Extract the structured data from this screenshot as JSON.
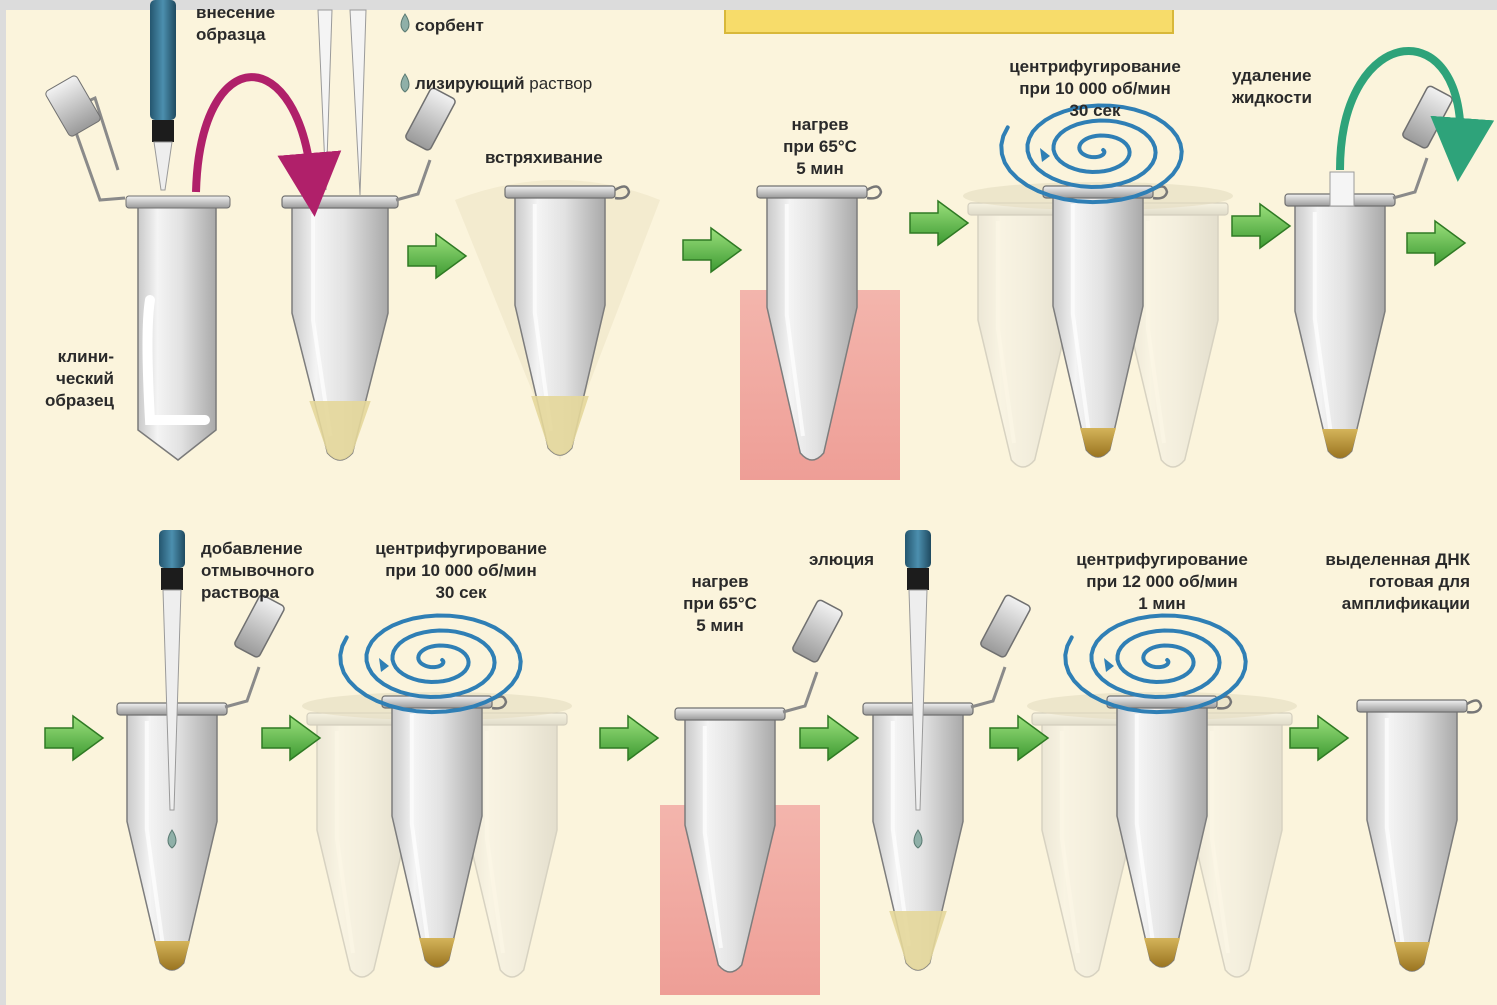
{
  "diagram": {
    "colors": {
      "background": "#fbf4dc",
      "arrow": "#5cb84a",
      "pellet": "#b08a2a",
      "heat": "#ef9a96",
      "transfer_arrow": "#b0206a",
      "remove_arrow": "#2ea37a",
      "spin": "#2f7fb5",
      "header_band": "#f7dc6a"
    },
    "labels": {
      "sample_addition": "внесение\nобразца",
      "sorbent": "сорбент",
      "lysis_bold": "лизирующий",
      "lysis_rest": " раствор",
      "clinical_sample": "клини-\nческий\nобразец",
      "shaking": "встряхивание",
      "heat_1": "нагрев\nпри 65°С\n5 мин",
      "centrifuge_1": "центрифугирование\nпри 10 000 об/мин\n30 сек",
      "liquid_removal": "удаление\nжидкости",
      "wash_addition": "добавление\nотмывочного\nраствора",
      "centrifuge_2": "центрифугирование\nпри 10 000 об/мин\n30 сек",
      "heat_2": "нагрев\nпри 65°С\n5 мин",
      "elution": "элюция",
      "centrifuge_3": "центрифугирование\nпри 12 000 об/мин\n1 мин",
      "result": "выделенная ДНК\nготовая для\nамплификации"
    },
    "icons": {
      "process_arrow": "right-arrow-icon",
      "spin": "spiral-icon",
      "drop": "drop-icon"
    }
  }
}
